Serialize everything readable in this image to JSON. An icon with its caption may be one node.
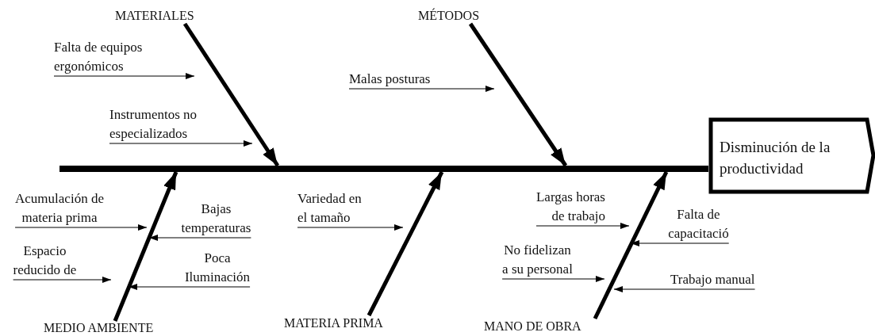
{
  "diagram": {
    "nodes": [
      {
        "text": [
          "MATERIALES"
        ]
      },
      {
        "text": [
          "MÉTODOS"
        ]
      },
      {
        "text": [
          "Falta de equipos ergonómicos"
        ]
      },
      {
        "text": [
          "Malas posturas"
        ]
      },
      {
        "text": [
          "Instrumentos no especializados"
        ]
      },
      {
        "text": [
          "Disminución de la productividad"
        ]
      },
      {
        "text": [
          "Acumulación de materia prima"
        ]
      },
      {
        "text": [
          "Variedad en el tamaño"
        ]
      },
      {
        "text": [
          "Largas horas de trabajo"
        ]
      },
      {
        "text": [
          "Bajas temperaturas"
        ]
      },
      {
        "text": [
          "Falta de capacitació"
        ]
      },
      {
        "text": [
          "Espacio reducido de"
        ]
      },
      {
        "text": [
          "No fidelizan a su personal"
        ]
      },
      {
        "text": [
          "Poca Iluminación"
        ]
      },
      {
        "text": [
          "Trabajo manual"
        ]
      },
      {
        "text": [
          "MEDIO AMBIENTE"
        ]
      },
      {
        "text": [
          "MATERIA PRIMA"
        ]
      },
      {
        "text": [
          "MANO DE OBRA"
        ]
      },
      {
        "text": [],
        "shape": "bar"
      }
    ],
    "edges": [
      {
        "from": 0,
        "to": 18,
        "arrow": "to",
        "style": "thick"
      },
      {
        "from": 1,
        "to": 18,
        "arrow": "to",
        "style": "thick"
      },
      {
        "from": 15,
        "to": 18,
        "arrow": "to",
        "style": "thick"
      },
      {
        "from": 16,
        "to": 18,
        "arrow": "to",
        "style": "thick"
      },
      {
        "from": 17,
        "to": 18,
        "arrow": "to",
        "style": "thick"
      },
      {
        "from": 2,
        "to": null,
        "arrow": "to"
      },
      {
        "from": 3,
        "to": null,
        "arrow": "to"
      },
      {
        "from": 4,
        "to": null,
        "arrow": "to"
      },
      {
        "from": 6,
        "to": null,
        "arrow": "to"
      },
      {
        "from": 7,
        "to": null,
        "arrow": "to"
      },
      {
        "from": 8,
        "to": null,
        "arrow": "to"
      },
      {
        "from": 9,
        "to": null,
        "arrow": "to"
      },
      {
        "from": 10,
        "to": null,
        "arrow": "to"
      },
      {
        "from": 11,
        "to": null,
        "arrow": "to"
      },
      {
        "from": 12,
        "to": null,
        "arrow": "to"
      },
      {
        "from": 13,
        "to": null,
        "arrow": "to"
      },
      {
        "from": 14,
        "to": null,
        "arrow": "to"
      }
    ]
  }
}
